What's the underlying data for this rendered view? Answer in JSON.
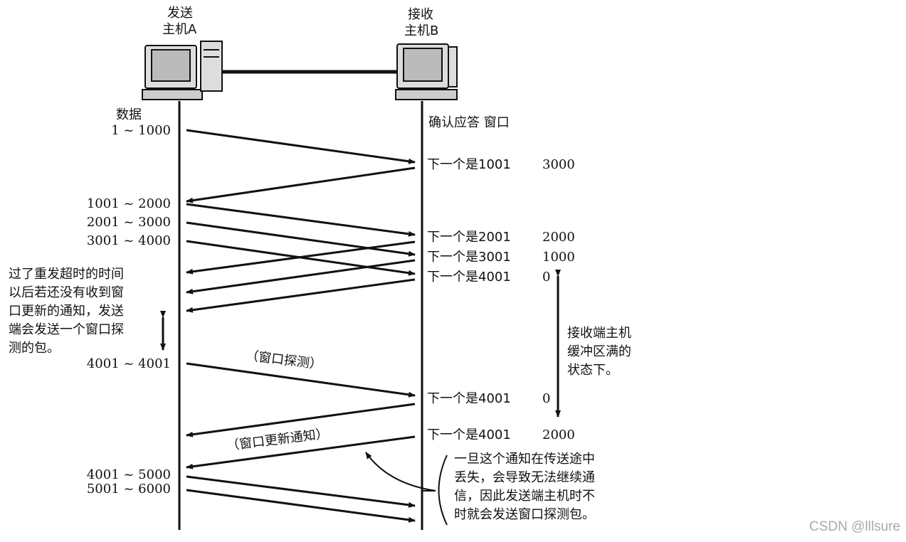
{
  "hosts": {
    "a": {
      "line1": "发送",
      "line2": "主机A"
    },
    "b": {
      "line1": "接收",
      "line2": "主机B"
    }
  },
  "sender_header": "数据",
  "receiver_header": "确认应答 窗口",
  "sender_labels": [
    "1 ~ 1000",
    "1001 ~ 2000",
    "2001 ~ 3000",
    "3001 ~ 4000",
    "4001 ~ 4001",
    "4001 ~ 5000",
    "5001 ~ 6000"
  ],
  "acks": [
    {
      "ack": "下一个是1001",
      "window": "3000"
    },
    {
      "ack": "下一个是2001",
      "window": "2000"
    },
    {
      "ack": "下一个是3001",
      "window": "1000"
    },
    {
      "ack": "下一个是4001",
      "window": "0"
    },
    {
      "ack": "下一个是4001",
      "window": "0"
    },
    {
      "ack": "下一个是4001",
      "window": "2000"
    }
  ],
  "probe_label": "（窗口探测）",
  "update_label": "（窗口更新通知）",
  "left_note": "过了重发超时的时间\n以后若还没有收到窗\n口更新的通知，发送\n端会发送一个窗口探\n测的包。",
  "right_note": "接收端主机\n缓冲区满的\n状态下。",
  "bottom_note": "一旦这个通知在传送途中\n丢失，会导致无法继续通\n信，因此发送端主机时不\n时就会发送窗口探测包。",
  "watermark": "CSDN @lllsure"
}
